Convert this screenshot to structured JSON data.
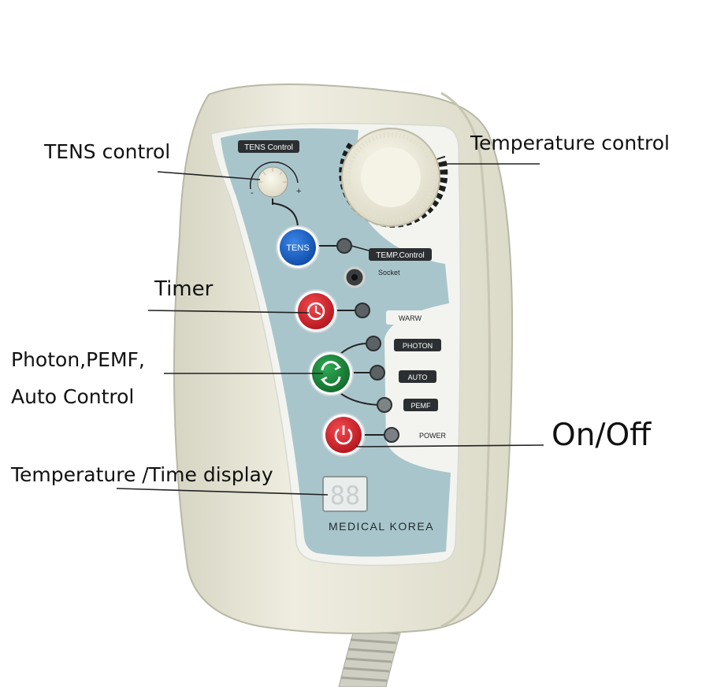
{
  "callouts": {
    "tens_control": "TENS control",
    "temperature_control": "Temperature control",
    "timer": "Timer",
    "photon_pemf_line1": "Photon,PEMF,",
    "photon_pemf_line2": "Auto Control",
    "on_off": "On/Off",
    "temp_time_display": "Temperature /Time display"
  },
  "panel": {
    "tens_control_label": "TENS Control",
    "tens_button": "TENS",
    "temp_control_label": "TEMP.Control",
    "socket_label": "Socket",
    "warm_label": "WARW",
    "photon_label": "PHOTON",
    "auto_label": "AUTO",
    "pemf_label": "PEMF",
    "power_label": "POWER",
    "brand": "MEDICAL KOREA",
    "knob_minus": "-",
    "knob_plus": "+",
    "display_value": "88"
  },
  "colors": {
    "body": "#e7e6d6",
    "panel_blue": "#a9c5cc",
    "tens_button": "#1a64c8",
    "timer_button": "#d7232c",
    "mode_button": "#1e8a3c",
    "power_button": "#d7232c"
  },
  "icons": {
    "timer": "clock-icon",
    "mode": "cycle-arrows-icon",
    "power": "power-icon"
  }
}
